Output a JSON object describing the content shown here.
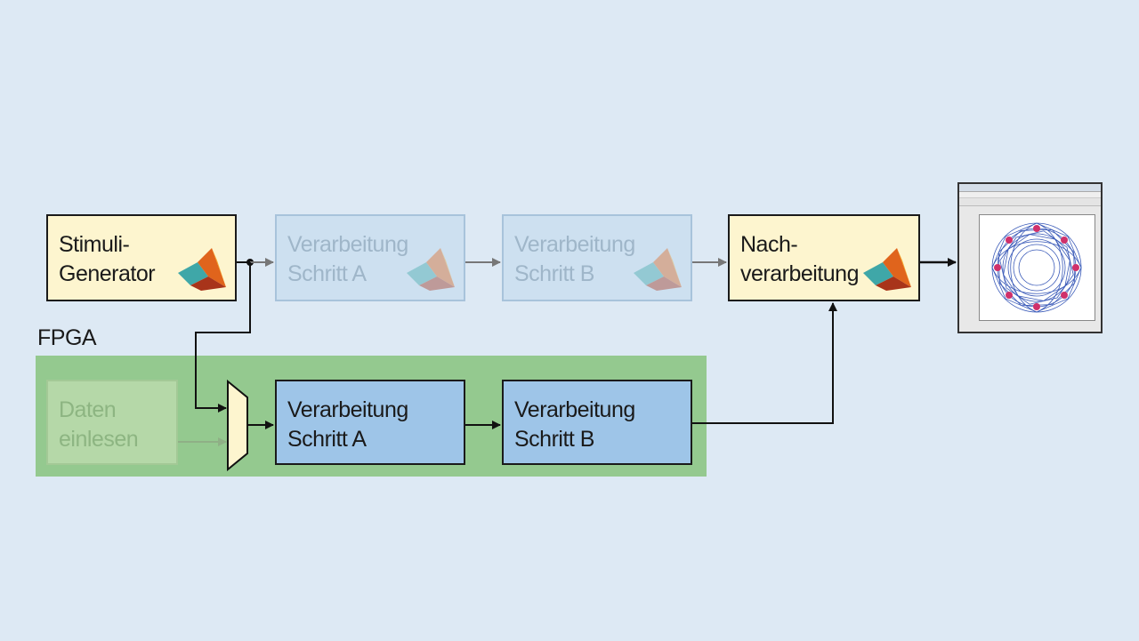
{
  "blocks": {
    "stimuli": "Stimuli-\nGenerator",
    "faded_a": "Verarbeitung\nSchritt A",
    "faded_b": "Verarbeitung\nSchritt B",
    "nach": "Nach-\nverarbeitung",
    "daten": "Daten\neinlesen",
    "fpga_a": "Verarbeitung\nSchritt A",
    "fpga_b": "Verarbeitung\nSchritt B"
  },
  "region_label": "FPGA",
  "colors": {
    "background": "#dde9f4",
    "fpga_region": "#94c98f",
    "host_block": "#fdf5cf",
    "fpga_block": "#9ec5e8",
    "faded_block": "#cde0f0",
    "plot_trace": "#3a5ab8",
    "plot_markers": "#d0306a"
  },
  "icons": {
    "host_tool_logo": "matlab-logo-icon",
    "result_display": "plot-window-icon",
    "multiplexer": "mux-icon"
  }
}
